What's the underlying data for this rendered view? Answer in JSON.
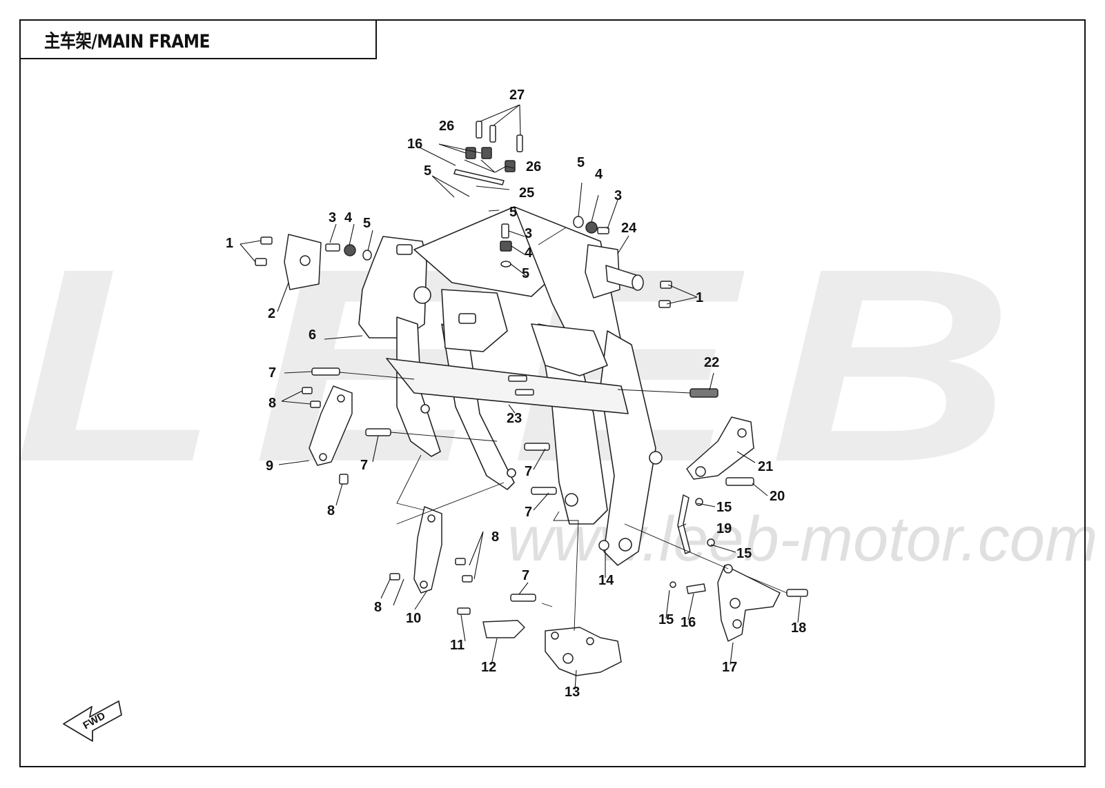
{
  "title": "主车架/MAIN FRAME",
  "watermark": {
    "logo": "LEEB",
    "url": "www.leeb-motor.com"
  },
  "fwd_label": "FWD",
  "callouts": [
    "1",
    "2",
    "3",
    "4",
    "5",
    "6",
    "7",
    "8",
    "9",
    "10",
    "11",
    "12",
    "13",
    "14",
    "15",
    "16",
    "17",
    "18",
    "19",
    "20",
    "21",
    "22",
    "23",
    "24",
    "25",
    "26",
    "27"
  ]
}
